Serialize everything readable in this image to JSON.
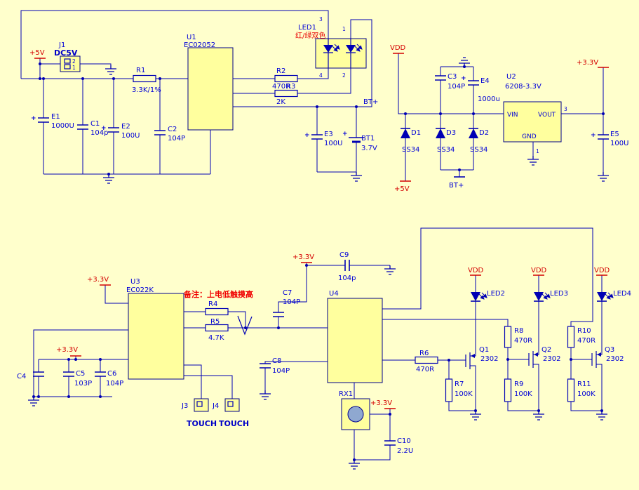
{
  "colors": {
    "background": "#FFFFCC",
    "wire": "#0000B4",
    "label_text": "#0000D8",
    "power_text": "#D40000",
    "note_text": "#F00000",
    "ic_fill": "#FFFF9E",
    "ic_border": "#00008B"
  },
  "components": {
    "J1": {
      "ref": "J1",
      "value": "DC5V"
    },
    "U1": {
      "ref": "U1",
      "value": "EC02052"
    },
    "LED1": {
      "ref": "LED1",
      "value": "红/绿双色"
    },
    "R1": {
      "ref": "R1",
      "value": "3.3K/1%"
    },
    "R2": {
      "ref": "R2",
      "value": "470R"
    },
    "R3": {
      "ref": "R3",
      "value": "2K"
    },
    "E1": {
      "ref": "E1",
      "value": "1000U"
    },
    "C1": {
      "ref": "C1",
      "value": "104p"
    },
    "E2": {
      "ref": "E2",
      "value": "100U"
    },
    "C2": {
      "ref": "C2",
      "value": "104P"
    },
    "E3": {
      "ref": "E3",
      "value": "100U"
    },
    "BT1": {
      "ref": "BT1",
      "value": "3.7V"
    },
    "C3": {
      "ref": "C3",
      "value": "104P"
    },
    "E4": {
      "ref": "E4",
      "value": "1000u"
    },
    "D1": {
      "ref": "D1",
      "value": "SS34"
    },
    "D3": {
      "ref": "D3",
      "value": "SS34"
    },
    "D2": {
      "ref": "D2",
      "value": "SS34"
    },
    "U2": {
      "ref": "U2",
      "value": "6208-3.3V",
      "pins": {
        "vin": "VIN",
        "vout": "VOUT",
        "gnd": "GND"
      }
    },
    "E5": {
      "ref": "E5",
      "value": "100U"
    },
    "U3": {
      "ref": "U3",
      "value": "EC022K"
    },
    "U4": {
      "ref": "U4"
    },
    "R4": {
      "ref": "R4"
    },
    "R5": {
      "ref": "R5",
      "value": "4.7K"
    },
    "C7": {
      "ref": "C7",
      "value": "104P"
    },
    "C9": {
      "ref": "C9",
      "value": "104p"
    },
    "C8": {
      "ref": "C8",
      "value": "104P"
    },
    "C4": {
      "ref": "C4"
    },
    "C5": {
      "ref": "C5",
      "value": "103P"
    },
    "C6": {
      "ref": "C6",
      "value": "104P"
    },
    "J3": {
      "ref": "J3",
      "label": "TOUCH"
    },
    "J4": {
      "ref": "J4",
      "label": "TOUCH"
    },
    "RX1": {
      "ref": "RX1"
    },
    "C10": {
      "ref": "C10",
      "value": "2.2U"
    },
    "R6": {
      "ref": "R6",
      "value": "470R"
    },
    "R7": {
      "ref": "R7",
      "value": "100K"
    },
    "R8": {
      "ref": "R8",
      "value": "470R"
    },
    "R9": {
      "ref": "R9",
      "value": "100K"
    },
    "R10": {
      "ref": "R10",
      "value": "470R"
    },
    "R11": {
      "ref": "R11",
      "value": "100K"
    },
    "Q1": {
      "ref": "Q1",
      "value": "2302"
    },
    "Q2": {
      "ref": "Q2",
      "value": "2302"
    },
    "Q3": {
      "ref": "Q3",
      "value": "2302"
    },
    "LED2": {
      "ref": "LED2"
    },
    "LED3": {
      "ref": "LED3"
    },
    "LED4": {
      "ref": "LED4"
    }
  },
  "nets": {
    "p5v_in": "+5V",
    "vdd_top": "VDD",
    "btp_mid": "BT+",
    "p5v_d1": "+5V",
    "btp_d2": "BT+",
    "p33_u2": "+3.3V",
    "p33_u3": "+3.3V",
    "p33_c7": "+3.3V",
    "p33_caps": "+3.3V",
    "p33_rx": "+3.3V",
    "vdd_led2": "VDD",
    "vdd_led3": "VDD",
    "vdd_led4": "VDD"
  },
  "pin_numbers": {
    "led1_3": "3",
    "led1_1": "1",
    "led1_4": "4",
    "led1_2": "2",
    "u2_3": "3",
    "u2_1": "1",
    "j1_2": "2",
    "j1_1": "1"
  },
  "symbols": {
    "plus": "+"
  },
  "annotations": {
    "note": "备注：上电低触摸高"
  }
}
